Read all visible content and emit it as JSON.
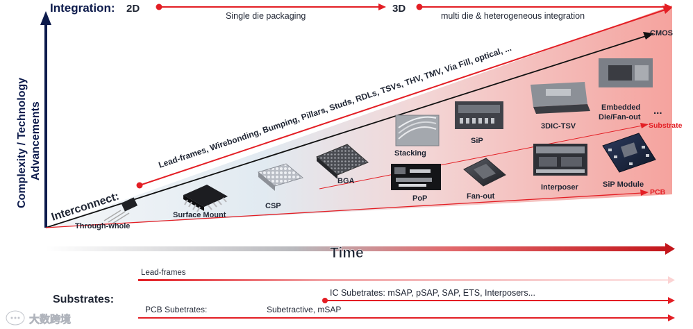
{
  "integration": {
    "label": "Integration:",
    "label_2d": "2D",
    "label_3d": "3D",
    "single_die": "Single die packaging",
    "multi_die": "multi die & heterogeneous integration"
  },
  "y_axis": {
    "line1": "Complexity / Technology",
    "line2": "Advancements"
  },
  "interconnect": {
    "label": "Interconnect:",
    "list": "Lead-frames, Wirebonding, Bumping, Pillars, Studs, RDLs, TSVs, THV, TMV, Via Fill, optical, ..."
  },
  "lines": {
    "cmos": "CMOS",
    "substrate": "Substrate",
    "pcb": "PCB"
  },
  "packages": {
    "through_hole": "Through-whole",
    "surface_mount": "Surface Mount",
    "csp": "CSP",
    "bga": "BGA",
    "stacking": "Stacking",
    "pop": "PoP",
    "sip": "SiP",
    "fan_out": "Fan-out",
    "interposer": "Interposer",
    "tsv_3dic": "3DIC-TSV",
    "embedded_line1": "Embedded",
    "embedded_line2": "Die/Fan-out",
    "more": "...",
    "sip_module": "SiP Module"
  },
  "time": {
    "label": "Time"
  },
  "substrates": {
    "label": "Substrates:",
    "lead_frames": "Lead-frames",
    "ic_substrates": "IC Subetrates: mSAP, pSAP, SAP, ETS, Interposers...",
    "pcb_substrates": "PCB Subetrates:",
    "subtractive": "Subetractive,  mSAP"
  },
  "watermark": {
    "text": "大数跨境",
    "icon": "chat-bubble-icon"
  },
  "colors": {
    "accent_red": "#e31e24",
    "dark_navy": "#0d1b4c",
    "text_dark": "#1f2533",
    "fill_light": "#dde7ef",
    "fill_pink": "#f7b3ad"
  }
}
